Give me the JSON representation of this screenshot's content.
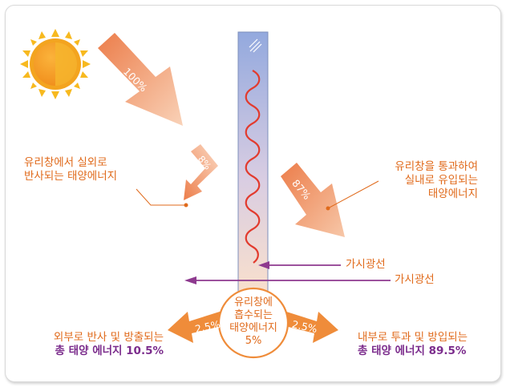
{
  "labels": {
    "exterior_reflection_line1": "유리창에서 실외로",
    "exterior_reflection_line2": "반사되는 태양에너지",
    "interior_transmission_line1": "유리창을 통과하여",
    "interior_transmission_line2": "실내로 유입되는",
    "interior_transmission_line3": "태양에너지",
    "visible_light_1": "가시광선",
    "visible_light_2": "가시광선",
    "glass_absorbed_line1": "유리창에",
    "glass_absorbed_line2": "흡수되는",
    "glass_absorbed_line3": "태양에너지",
    "glass_absorbed_line4": "5%",
    "outward_line1": "외부로 반사 및 방출되는",
    "outward_line2": "총 태양 에너지 10.5%",
    "inward_line1": "내부로 투과 및 방입되는",
    "inward_line2": "총 태양 에너지 89.5%"
  },
  "arrow_percentages": {
    "incoming": "100%",
    "reflected": "8%",
    "transmitted": "87%",
    "emitted_out": "2.5%",
    "emitted_in": "2.5%"
  },
  "colors": {
    "label_orange": "#e06a1b",
    "total_purple": "#7b2c8c",
    "sun_orange": "#f39a1e",
    "wave_red": "#e23b2e",
    "visible_light_arrow": "#8e3a8f",
    "glass_top": "#98aee0",
    "glass_bottom": "#f8ddc9"
  }
}
